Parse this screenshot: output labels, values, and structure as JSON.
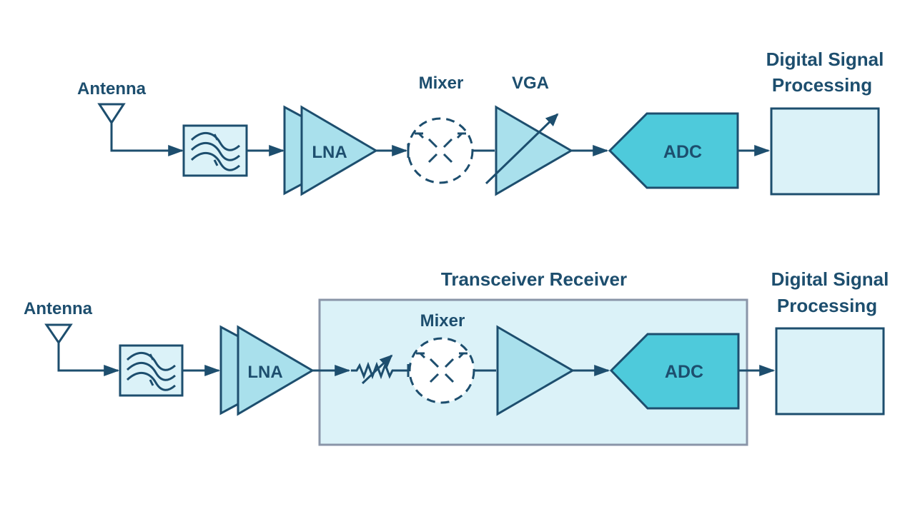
{
  "colors": {
    "line": "#1d4e6e",
    "block_fill_light": "#dbf2f8",
    "amp_fill": "#a9e0ec",
    "adc_fill": "#4ecadb",
    "transceiver_fill": "#dbf2f8",
    "transceiver_border": "#8a95a8",
    "mixer_fill": "#ffffff"
  },
  "top_chain": {
    "antenna_label": "Antenna",
    "filter_icon": "bandpass-filter-icon",
    "lna_label": "LNA",
    "mixer_label": "Mixer",
    "vga_label": "VGA",
    "adc_label": "ADC",
    "dsp_label_line1": "Digital Signal",
    "dsp_label_line2": "Processing"
  },
  "bottom_chain": {
    "antenna_label": "Antenna",
    "filter_icon": "bandpass-filter-icon",
    "lna_label": "LNA",
    "transceiver_label": "Transceiver Receiver",
    "attenuator_icon": "variable-resistor-icon",
    "mixer_label": "Mixer",
    "amp_icon": "amplifier-icon",
    "adc_label": "ADC",
    "dsp_label_line1": "Digital Signal",
    "dsp_label_line2": "Processing"
  }
}
